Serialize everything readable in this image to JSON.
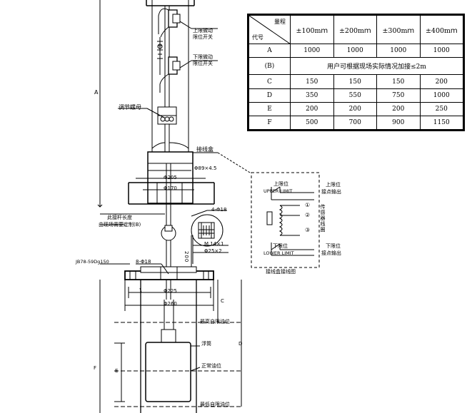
{
  "table": {
    "corner_top": "量程",
    "corner_bottom": "代号",
    "columns": [
      "±100mｍ",
      "±200mｍ",
      "±300mｍ",
      "±400mｍ"
    ],
    "rows": [
      {
        "code": "A",
        "values": [
          "1000",
          "1000",
          "1000",
          "1000"
        ]
      },
      {
        "code": "(B)",
        "merged": "用户可根据现场实际情况加接≤2m"
      },
      {
        "code": "C",
        "values": [
          "150",
          "150",
          "150",
          "200"
        ]
      },
      {
        "code": "D",
        "values": [
          "350",
          "550",
          "750",
          "1000"
        ]
      },
      {
        "code": "E",
        "values": [
          "200",
          "200",
          "200",
          "250"
        ]
      },
      {
        "code": "F",
        "values": [
          "500",
          "700",
          "900",
          "1150"
        ]
      }
    ]
  },
  "labels": {
    "upper_switch_1": "上限微动",
    "upper_switch_2": "限位开关",
    "lower_switch_1": "下限微动",
    "lower_switch_2": "限位开关",
    "adjust_nut": "调节螺母",
    "junction_box": "接线盒",
    "dim_a": "A",
    "phi89": "Φ89×4.5",
    "phi205": "Φ205",
    "phi170": "Φ170",
    "rod_length_1": "此接杆长度",
    "rod_length_2": "由现场需要定制(B)",
    "hole_4": "4-Φ18",
    "m14": "M 14×1",
    "phi25": "Φ25×2",
    "dim_200": "200",
    "flange_std": "JB78-59Dg150",
    "hole_8": "8-Φ18",
    "phi225": "Φ225",
    "phi260": "Φ260",
    "dim_c": "C",
    "dim_d": "D",
    "dim_e": "E",
    "dim_f": "F",
    "highest_level": "最高自限油位",
    "float": "浮筒",
    "normal_level": "正常油位",
    "lowest_level": "最低自限油位",
    "wiring_title": "接线盒接线图",
    "upper_limit_cn": "上限位",
    "upper_limit_en": "UPPER LIMIT",
    "upper_out_1": "上限位",
    "upper_out_2": "接点输出",
    "lower_limit_cn": "下限位",
    "lower_limit_en": "LOWER LIMIT",
    "lower_out_1": "下限位",
    "lower_out_2": "接点输出",
    "term_1": "①",
    "term_2": "②",
    "term_3": "③",
    "sensor_label": "传感器线圈"
  },
  "colors": {
    "line": "#000000",
    "background": "#ffffff"
  }
}
